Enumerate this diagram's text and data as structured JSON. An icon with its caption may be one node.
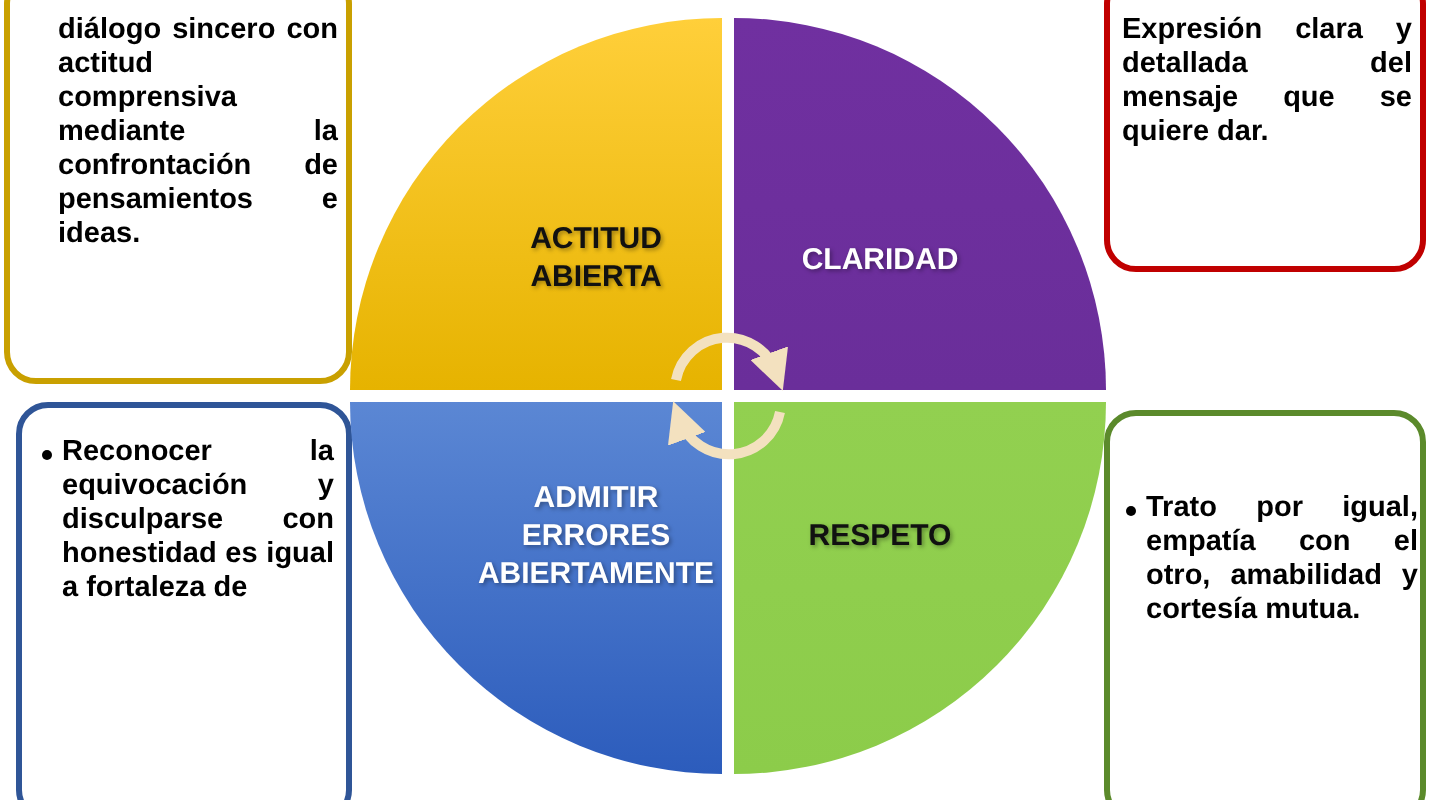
{
  "diagram": {
    "nodes": [
      {
        "text": [
          "ACTITUD ABIERTA"
        ]
      },
      {
        "text": [
          "CLARIDAD"
        ]
      },
      {
        "text": [
          "ADMITIR ERRORES ABIERTAMENTE"
        ]
      },
      {
        "text": [
          "RESPETO"
        ]
      },
      {
        "text": [
          "diálogo sincero con actitud comprensiva mediante la confrontación de pensamientos e ideas."
        ]
      },
      {
        "text": [
          "Expresión clara y detallada del mensaje que se quiere dar."
        ]
      },
      {
        "text": [
          "Reconocer la equivocación y disculparse con honestidad es igual a fortaleza de"
        ]
      },
      {
        "text": [
          "Trato por igual, empatía con el otro, amabilidad y cortesía mutua."
        ]
      }
    ],
    "edges": [
      {
        "from": 0,
        "to": 1,
        "arrow": "to"
      },
      {
        "from": 3,
        "to": 2,
        "arrow": "to"
      }
    ]
  }
}
